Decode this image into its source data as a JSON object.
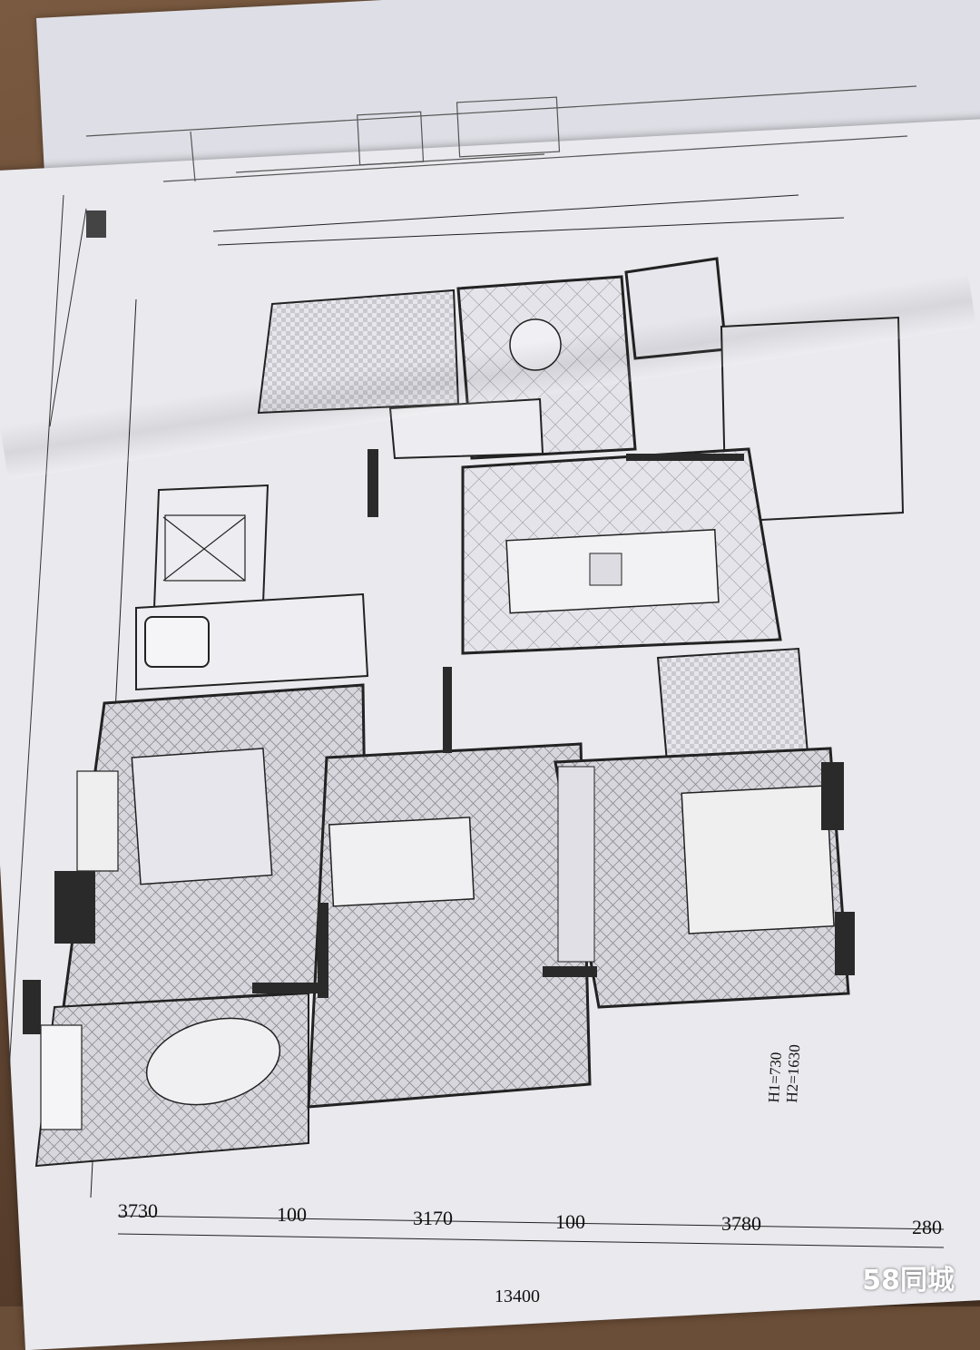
{
  "photo": {
    "subject": "Printed architectural floor plan sheets on a wooden table"
  },
  "bottom_dimensions": [
    "3730",
    "100",
    "3170",
    "100",
    "3780",
    "280"
  ],
  "total_dimension": "13400",
  "height_note": {
    "h1": "H1=730",
    "h2": "H2=1630"
  },
  "watermark": {
    "number": "58",
    "text": "同城"
  },
  "colors": {
    "paper": "#e9e9ee",
    "line": "#1a1a1a",
    "wall": "#2a2a2a",
    "table": "#6b4e37"
  }
}
